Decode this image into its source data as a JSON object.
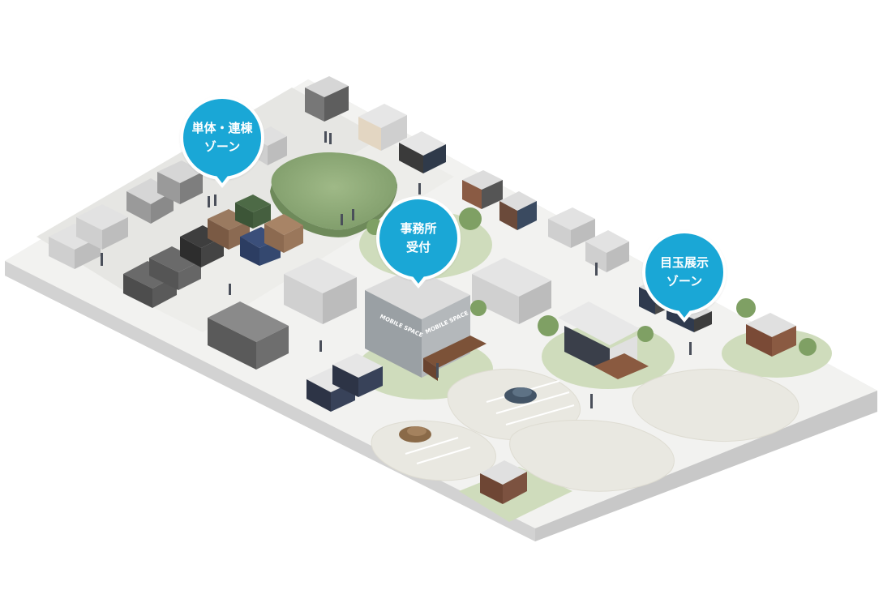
{
  "zones": [
    {
      "id": "single-linked",
      "line1": "単体・連棟",
      "line2": "ゾーン"
    },
    {
      "id": "office",
      "line1": "事務所",
      "line2": "受付"
    },
    {
      "id": "showcase",
      "line1": "目玉展示",
      "line2": "ゾーン"
    }
  ],
  "signs": {
    "office_front": "MOBILE SPACE",
    "office_side": "MOBILE SPACE"
  },
  "colors": {
    "pin": "#1aa7d6",
    "ground": "#f3f3f1",
    "base": "#dcdcdc",
    "grass": "#c9d9b4",
    "mound": "#8aa872",
    "parking": "#ecebe5"
  }
}
